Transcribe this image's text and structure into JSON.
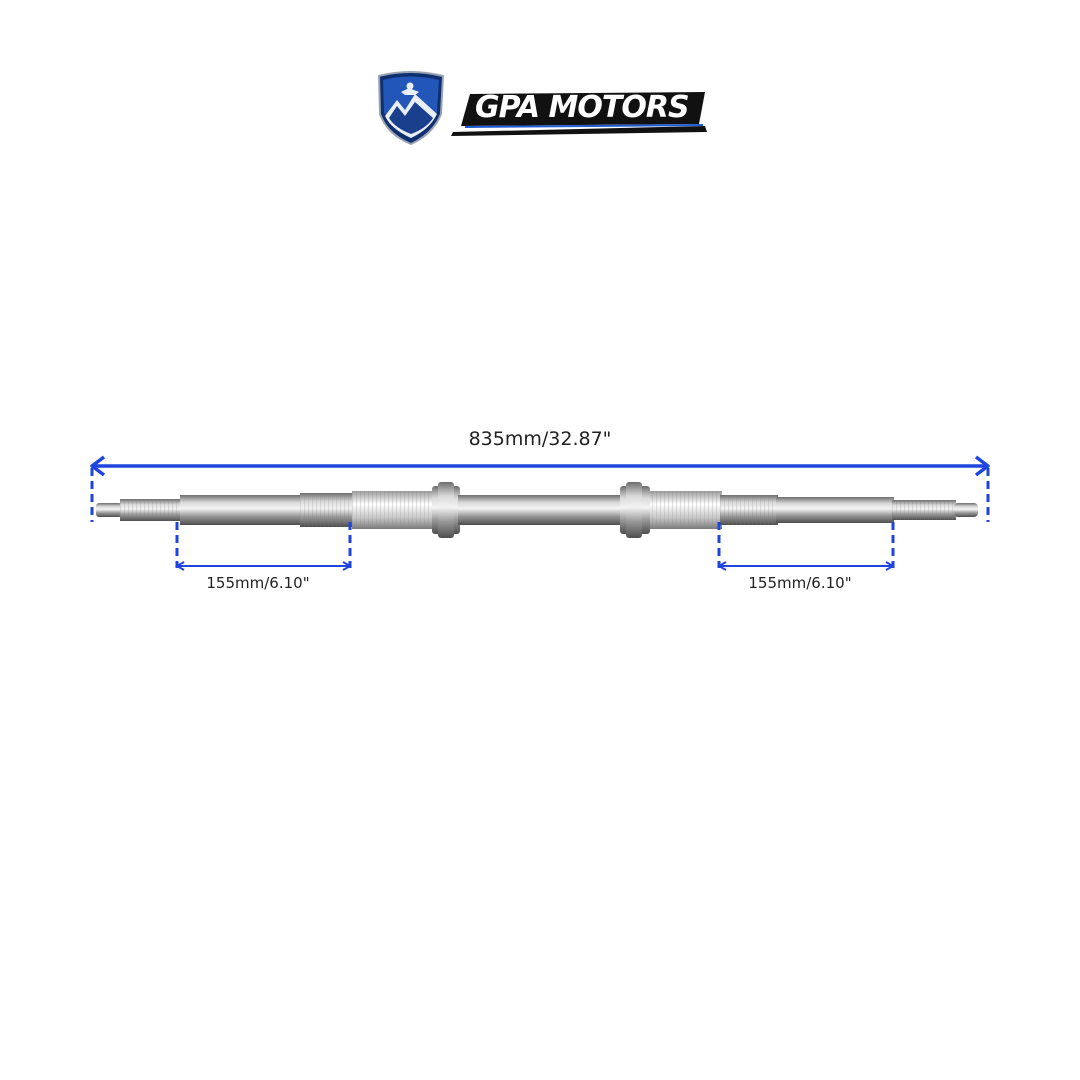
{
  "brand": {
    "name": "GPA MOTORS",
    "colors": {
      "shield_blue": "#1e4d9c",
      "dark": "#111111",
      "accent_blue": "#1e5bd6"
    }
  },
  "dimensions": {
    "overall_length": "835mm/32.87\"",
    "left_spline_length": "155mm/6.10\"",
    "right_spline_length": "155mm/6.10\"",
    "line_color": "#1f45e0"
  },
  "product": {
    "icon": "axle-shaft"
  }
}
